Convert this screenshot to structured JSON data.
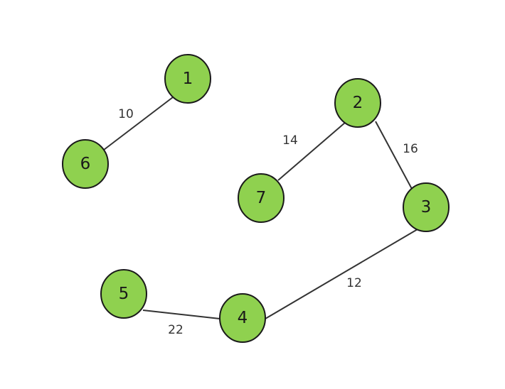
{
  "colors": {
    "node_fill": "#8fd14f",
    "node_stroke": "#1a1a1a",
    "edge_stroke": "#333333",
    "background": "#ffffff"
  },
  "graph": {
    "nodes": [
      {
        "id": "1",
        "label": "1"
      },
      {
        "id": "2",
        "label": "2"
      },
      {
        "id": "3",
        "label": "3"
      },
      {
        "id": "4",
        "label": "4"
      },
      {
        "id": "5",
        "label": "5"
      },
      {
        "id": "6",
        "label": "6"
      },
      {
        "id": "7",
        "label": "7"
      }
    ],
    "edges": [
      {
        "from": "1",
        "to": "6",
        "weight": "10"
      },
      {
        "from": "2",
        "to": "7",
        "weight": "14"
      },
      {
        "from": "2",
        "to": "3",
        "weight": "16"
      },
      {
        "from": "3",
        "to": "4",
        "weight": "12"
      },
      {
        "from": "5",
        "to": "4",
        "weight": "22"
      }
    ]
  }
}
